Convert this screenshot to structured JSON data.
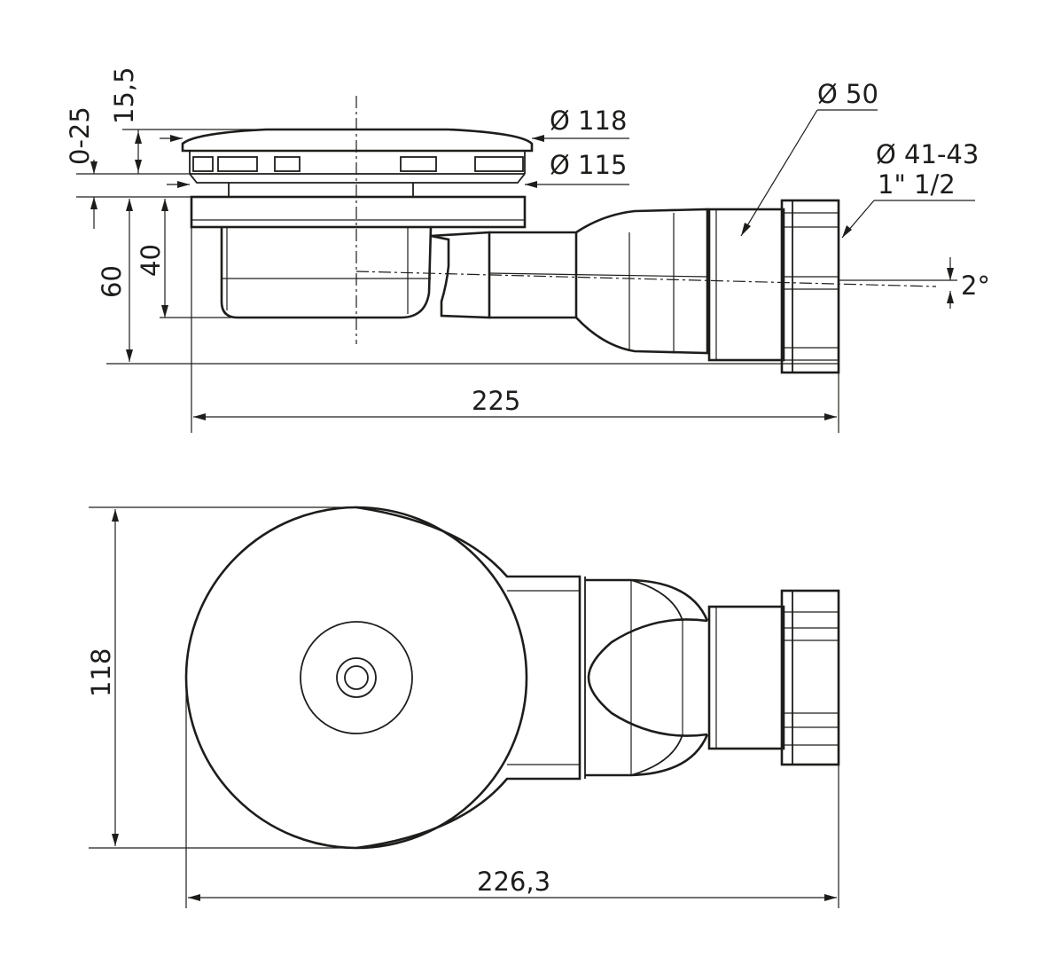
{
  "side_view": {
    "dims": {
      "d118": "Ø 118",
      "d115": "Ø 115",
      "d50": "Ø 50",
      "d41_43": "Ø 41-43",
      "thread": "1\" 1/2",
      "h15_5": "15,5",
      "h0_25": "0-25",
      "h60": "60",
      "h40": "40",
      "angle": "2°",
      "length": "225"
    }
  },
  "top_view": {
    "dims": {
      "width": "118",
      "length": "226,3"
    }
  }
}
